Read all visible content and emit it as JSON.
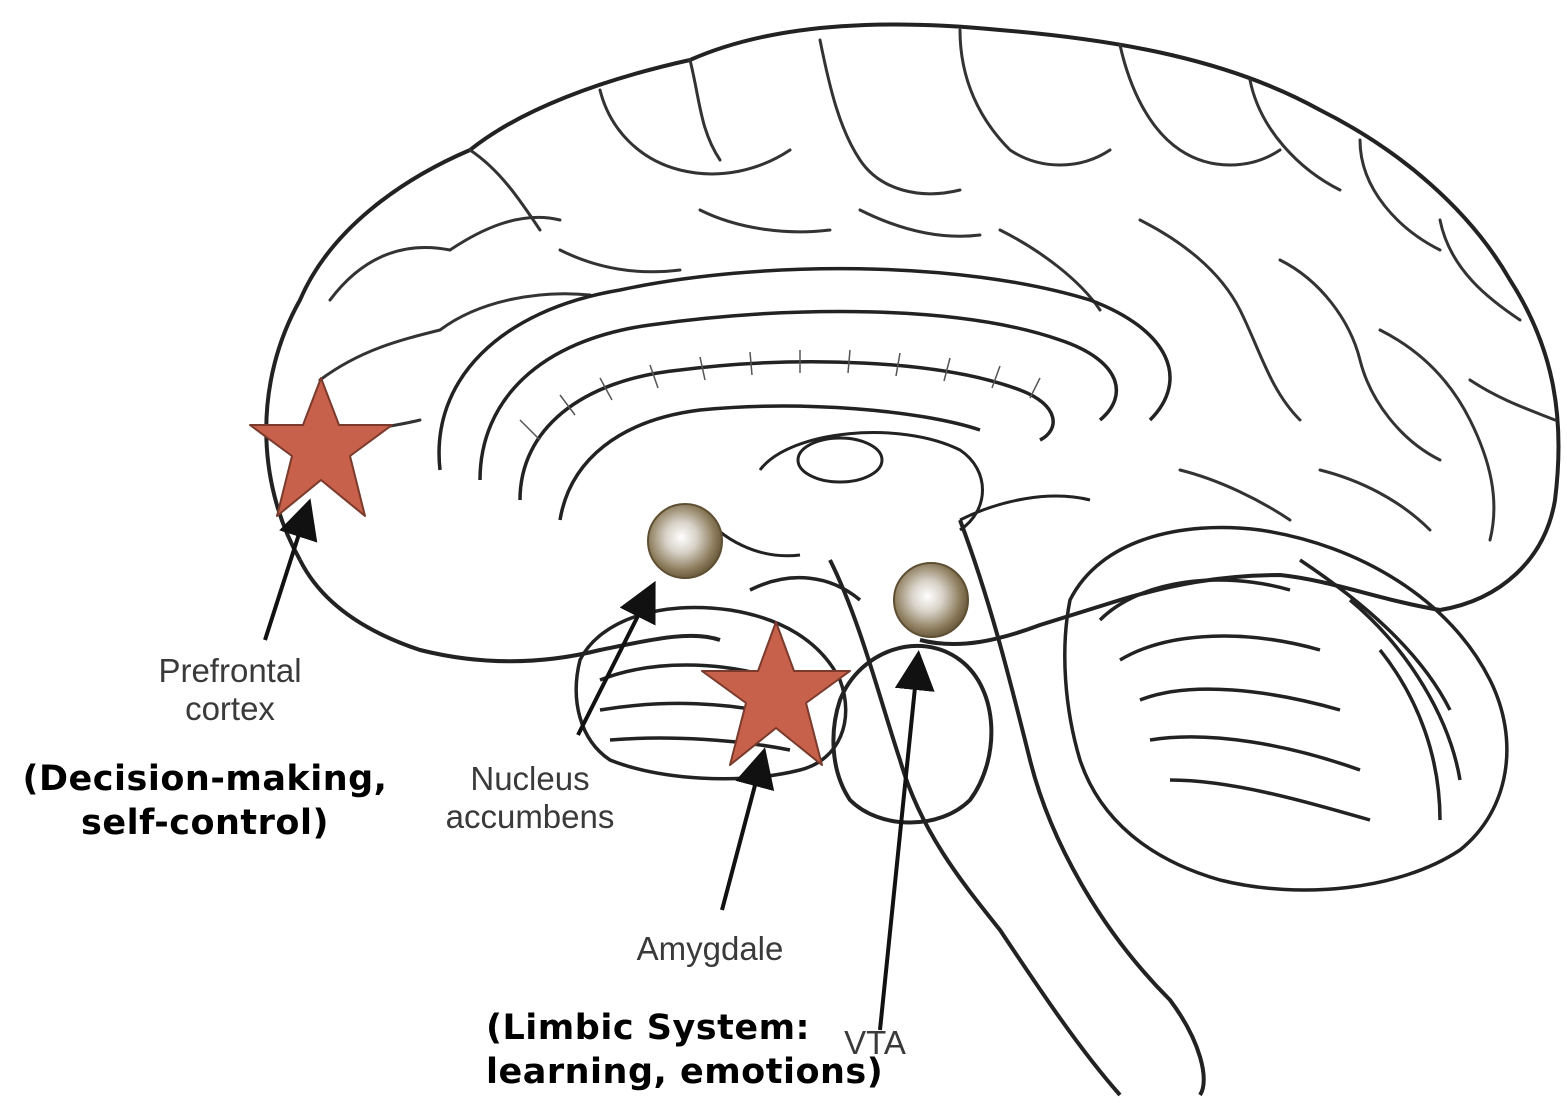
{
  "labels": {
    "prefrontal": [
      "Prefrontal",
      "cortex"
    ],
    "prefrontal_note": [
      "(Decision-making,",
      "self-control)"
    ],
    "nucleus": [
      "Nucleus",
      "accumbens"
    ],
    "amygdale": "Amygdale",
    "vta": "VTA",
    "limbic_note": [
      "(Limbic System:",
      "learning, emotions)"
    ]
  },
  "colors": {
    "star": "#c8614b",
    "sphere": "#8a7a5a",
    "line": "#222222"
  },
  "icons": [
    "star-marker",
    "sphere-marker",
    "arrow"
  ]
}
